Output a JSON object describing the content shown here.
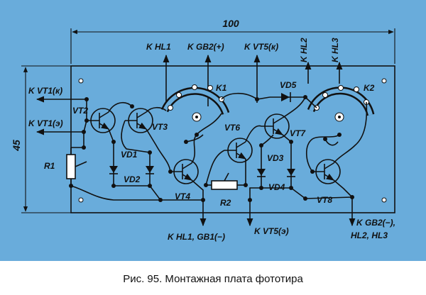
{
  "caption": "Рис. 95. Монтажная плата фототира",
  "dimensions": {
    "width": "100",
    "height": "45"
  },
  "components": {
    "vt2": "VT2",
    "vt3": "VT3",
    "vt4": "VT4",
    "vt6": "VT6",
    "vt7": "VT7",
    "vt8": "VT8",
    "vd1": "VD1",
    "vd2": "VD2",
    "vd3": "VD3",
    "vd4": "VD4",
    "vd5": "VD5",
    "r1": "R1",
    "r2": "R2",
    "k1": "K1",
    "k2": "K2"
  },
  "connections": {
    "k_hl1": "K HL1",
    "k_gb2_plus": "K GB2(+)",
    "k_vt5_k": "K VT5(к)",
    "k_hl2": "K HL2",
    "k_hl3": "K HL3",
    "k_vt1_k": "K VT1(к)",
    "k_vt1_e": "K VT1(э)",
    "k_hl1_gb1": "K HL1, GB1(−)",
    "k_vt5_e": "K VT5(э)",
    "k_gb2_minus": "K GB2(−),",
    "hl2_hl3": "HL2, HL3"
  },
  "colors": {
    "board_background": "#69acdb",
    "ink": "#111111"
  }
}
